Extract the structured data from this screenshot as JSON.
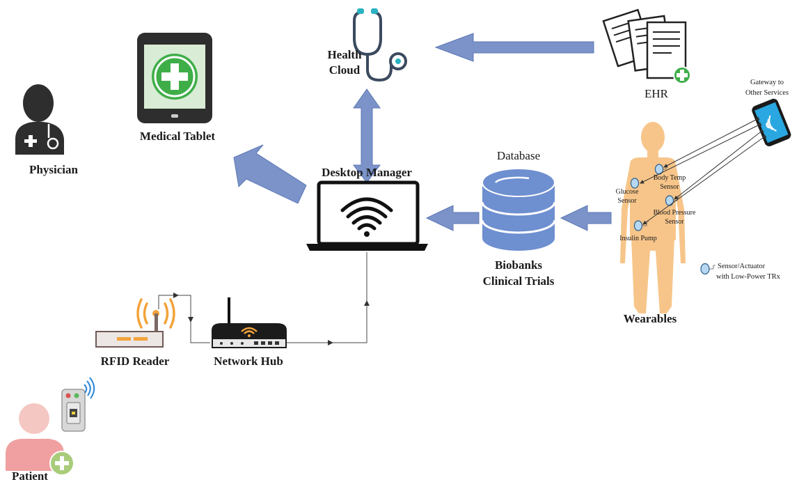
{
  "labels": {
    "health_cloud_line1": "Health",
    "health_cloud_line2": "Cloud",
    "medical_tablet": "Medical Tablet",
    "physician": "Physician",
    "ehr": "EHR",
    "gateway_line1": "Gateway to",
    "gateway_line2": "Other Services",
    "desktop_manager": "Desktop Manager",
    "database": "Database",
    "biobanks_line1": "Biobanks",
    "biobanks_line2": "Clinical Trials",
    "wearables": "Wearables",
    "rfid_reader": "RFID Reader",
    "network_hub": "Network Hub",
    "patient": "Patient"
  },
  "sensors": {
    "body_temp_line1": "Body Temp",
    "body_temp_line2": "Sensor",
    "glucose_line1": "Glucose",
    "glucose_line2": "Sensor",
    "blood_pressure_line1": "Blood Pressure",
    "blood_pressure_line2": "Sensor",
    "insulin_pump": "Insulin Pump"
  },
  "legend": {
    "line1": "Sensor/Actuator",
    "line2": "with Low-Power TRx"
  },
  "colors": {
    "arrow_fill": "#7b93c9",
    "cylinder": "#6e8fd0",
    "body_skin": "#f7c58a",
    "plus_green": "#3fae49",
    "patient_pink": "#f0a0a0",
    "wifi_orange": "#f3a33a",
    "phone_blue": "#2aa7e0"
  }
}
